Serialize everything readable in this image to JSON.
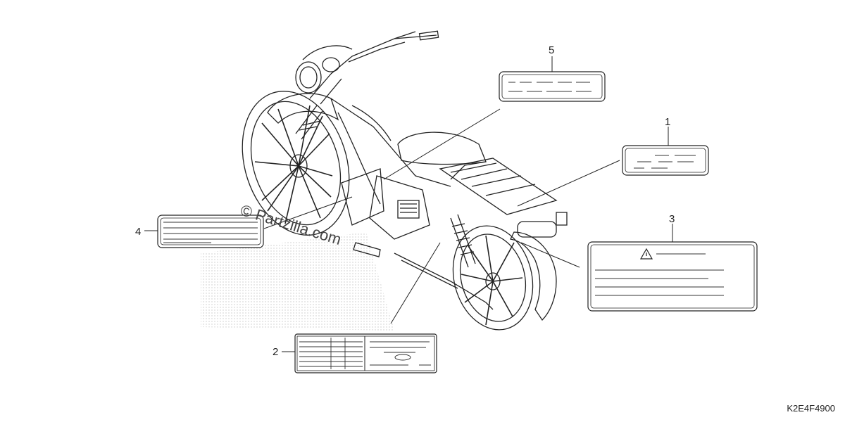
{
  "diagram": {
    "callouts": [
      {
        "id": "1",
        "label": "1"
      },
      {
        "id": "2",
        "label": "2"
      },
      {
        "id": "3",
        "label": "3"
      },
      {
        "id": "4",
        "label": "4"
      },
      {
        "id": "5",
        "label": "5"
      }
    ],
    "watermark": "© Partzilla.com",
    "diagram_code": "K2E4F4900",
    "warning_symbol": "warning-triangle-icon"
  }
}
